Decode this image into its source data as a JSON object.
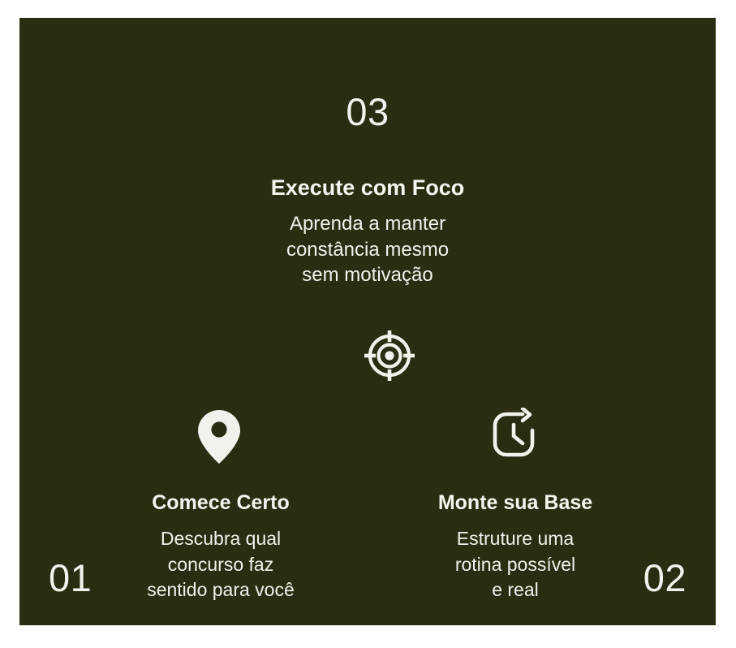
{
  "theme": {
    "page_background": "#ffffff",
    "panel_background": "#2a2d11",
    "text_color": "#f2f2ec",
    "heading_color": "#f5f5f0",
    "icon_color": "#f2f2ec"
  },
  "steps": [
    {
      "number": "01",
      "title": "Comece Certo",
      "description": "Descubra qual\nconcurso faz\nsentido para você",
      "description_lines": [
        "Descubra qual",
        "concurso faz",
        "sentido para você"
      ],
      "icon": "map-pin-icon",
      "position": "bottom-left"
    },
    {
      "number": "02",
      "title": "Monte sua Base",
      "description": "Estruture uma\nrotina possível\ne real",
      "description_lines": [
        "Estruture uma",
        "rotina possível",
        "e real"
      ],
      "icon": "clock-rotate-icon",
      "position": "bottom-right"
    },
    {
      "number": "03",
      "title": "Execute com Foco",
      "description": "Aprenda a manter\nconstância mesmo\nsem motivação",
      "description_lines": [
        "Aprenda a manter",
        "constância mesmo",
        "sem motivação"
      ],
      "icon": "crosshair-target-icon",
      "position": "top-center"
    }
  ]
}
